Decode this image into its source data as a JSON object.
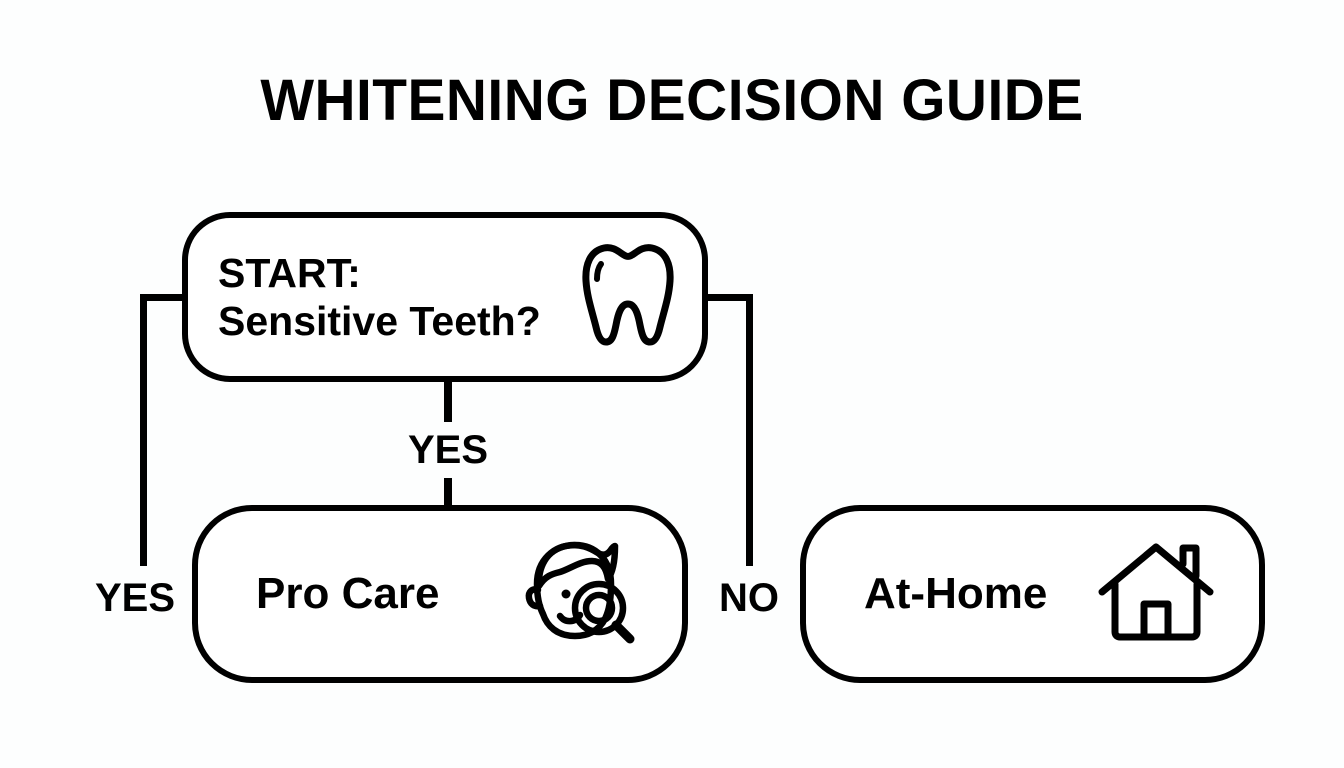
{
  "page": {
    "title": "WHITENING DECISION GUIDE",
    "background_color": "#fdfefe",
    "ink_color": "#000000"
  },
  "flowchart": {
    "type": "decision-tree",
    "nodes": [
      {
        "id": "start",
        "shape": "rounded-rectangle",
        "line1": "START:",
        "line2": "Sensitive Teeth?",
        "text": "START:\nSensitive Teeth?",
        "icon": "tooth-icon"
      },
      {
        "id": "pro-care",
        "shape": "rounded-rectangle",
        "text": "Pro Care",
        "icon": "face-magnifier-icon"
      },
      {
        "id": "at-home",
        "shape": "rounded-rectangle",
        "text": "At-Home",
        "icon": "house-icon"
      }
    ],
    "edges": [
      {
        "id": "edge-left",
        "from": "start",
        "to": "pro-care",
        "label": "YES"
      },
      {
        "id": "edge-middle",
        "from": "start",
        "to": "pro-care",
        "label": "YES"
      },
      {
        "id": "edge-right",
        "from": "start",
        "to": "at-home",
        "label": "NO"
      }
    ]
  }
}
